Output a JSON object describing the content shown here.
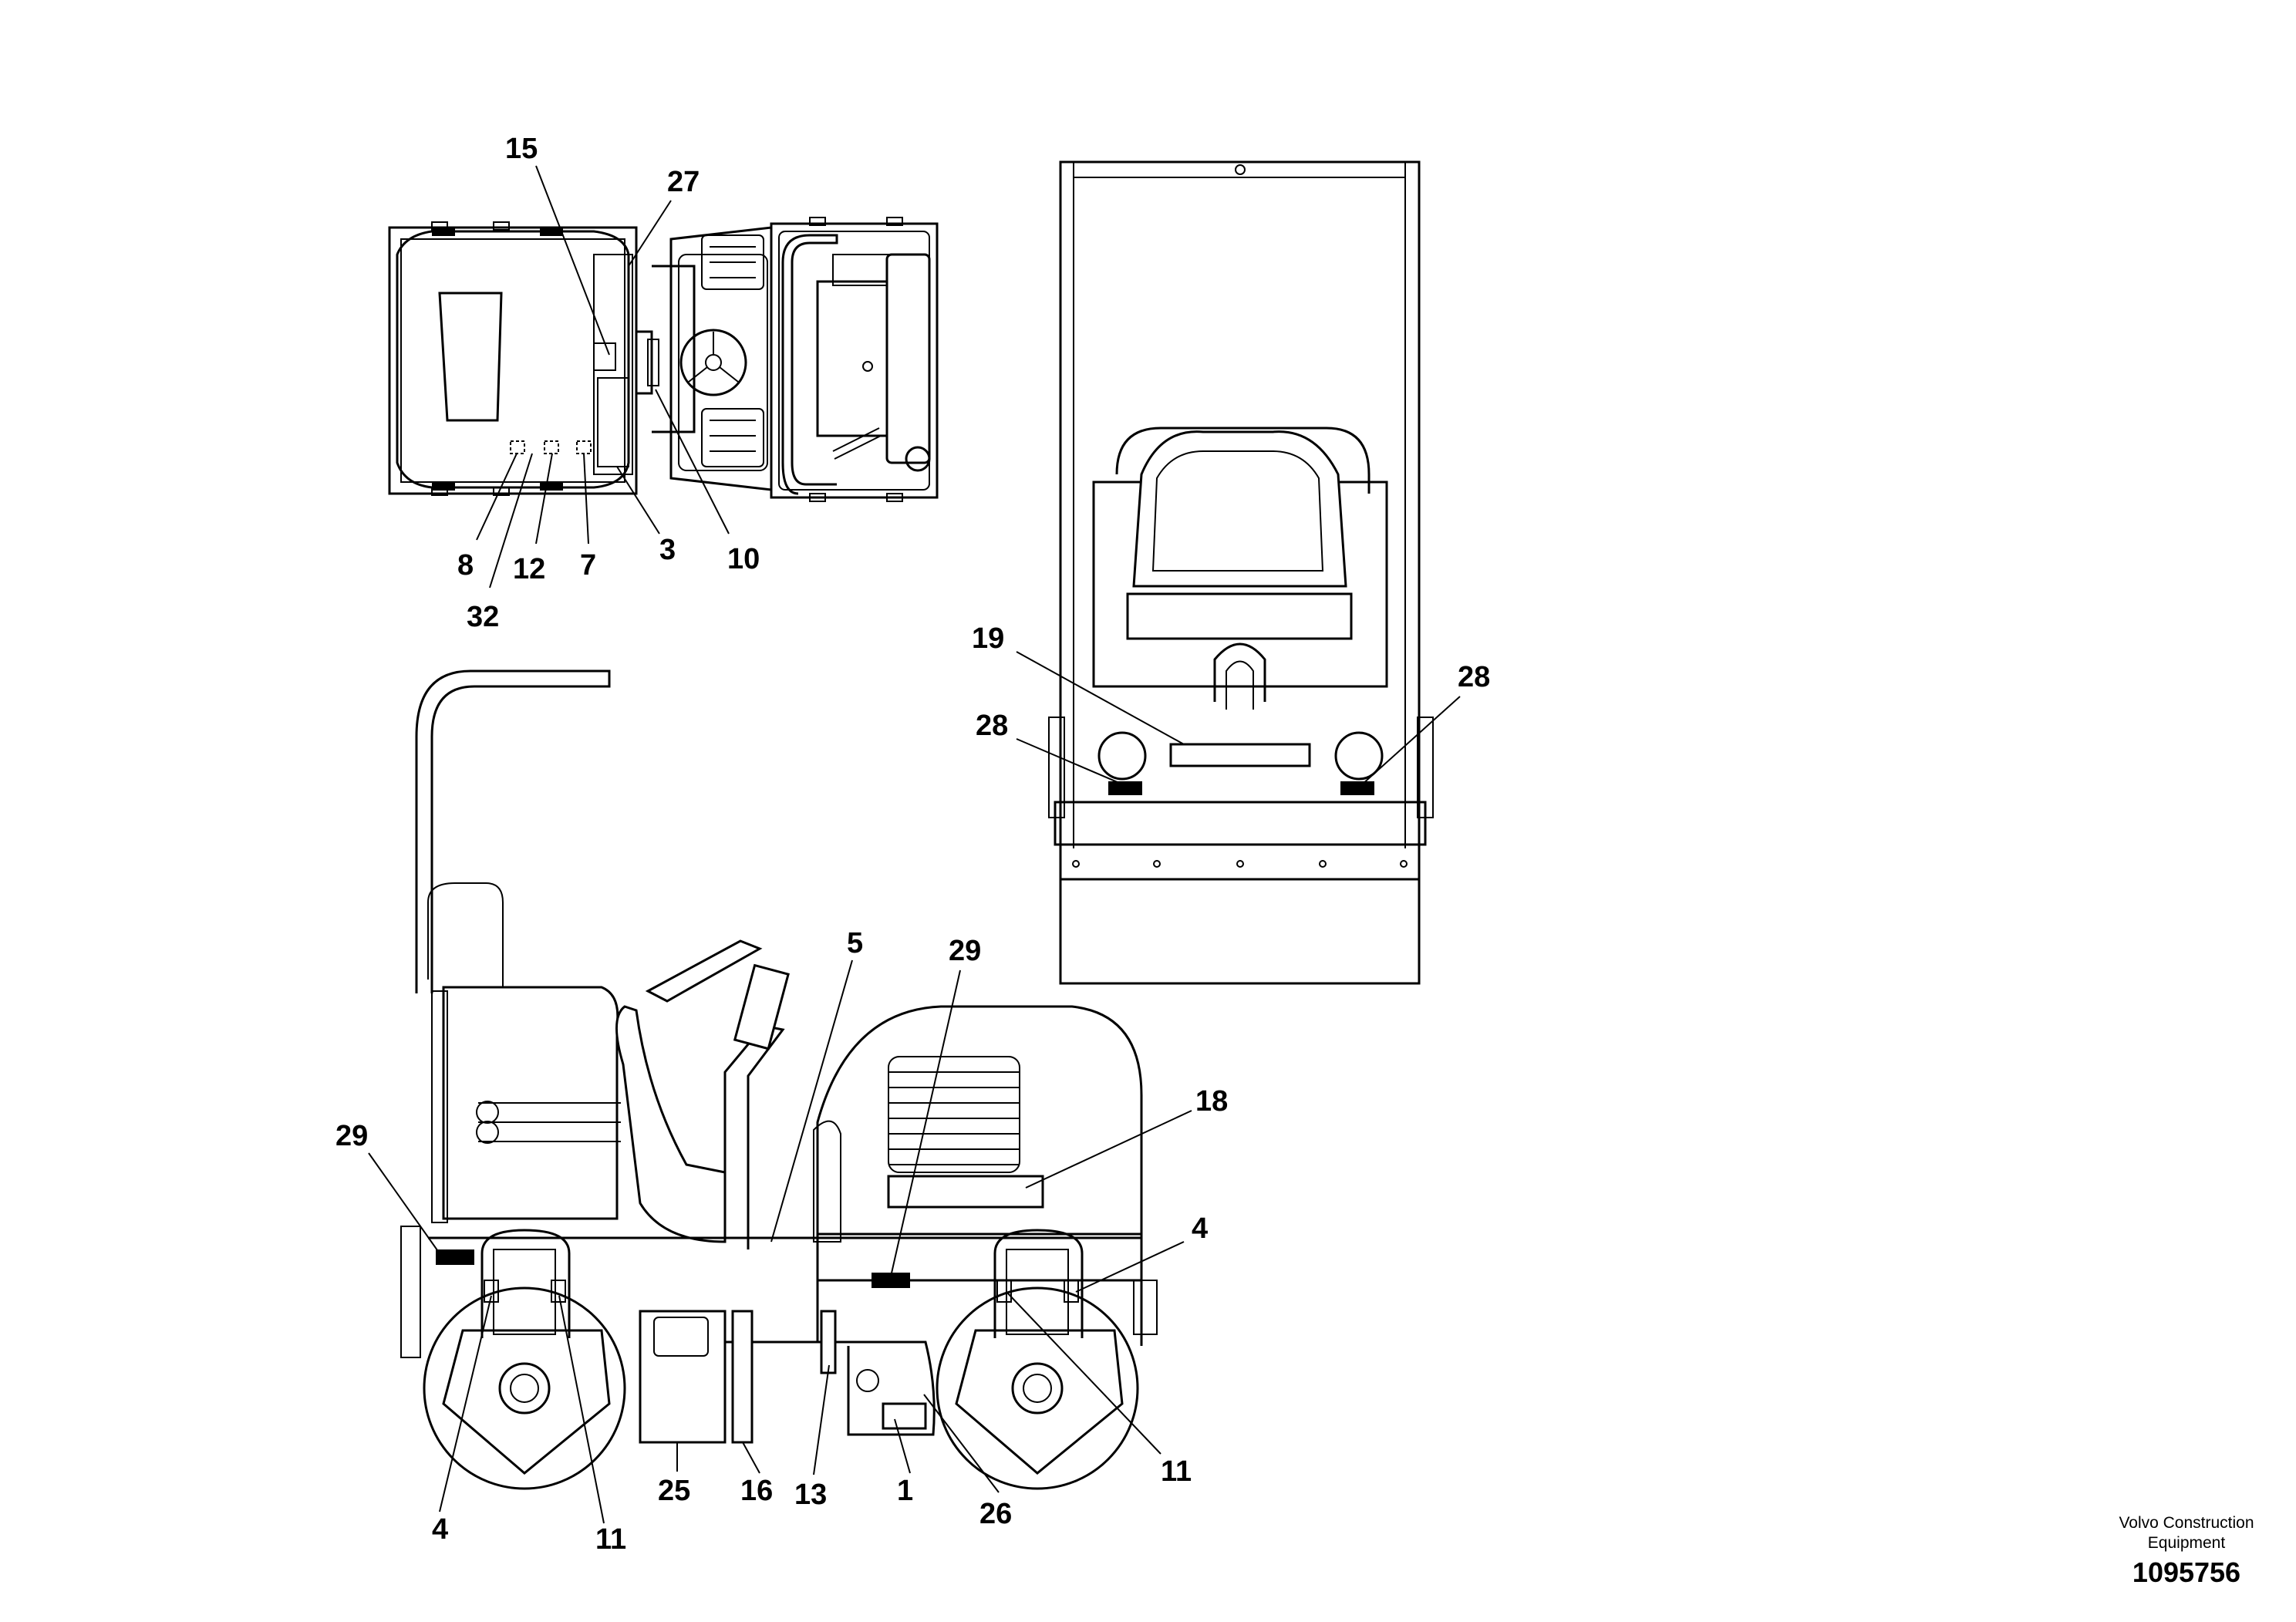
{
  "footer": {
    "company": "Volvo Construction Equipment",
    "drawing_number": "1095756"
  },
  "callouts": {
    "top_view": [
      "15",
      "27",
      "8",
      "32",
      "12",
      "7",
      "3",
      "10"
    ],
    "front_view": [
      "19",
      "28",
      "28"
    ],
    "side_view": [
      "5",
      "29",
      "29",
      "18",
      "4",
      "4",
      "11",
      "11",
      "25",
      "16",
      "13",
      "1",
      "26"
    ]
  }
}
